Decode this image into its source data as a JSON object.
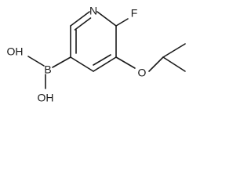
{
  "molecule": {
    "atoms": {
      "nitrogen": "N",
      "fluorine": "F",
      "ether_oxygen": "O",
      "boron": "B",
      "hydroxyl_upper": "OH",
      "hydroxyl_lower": "OH"
    }
  }
}
